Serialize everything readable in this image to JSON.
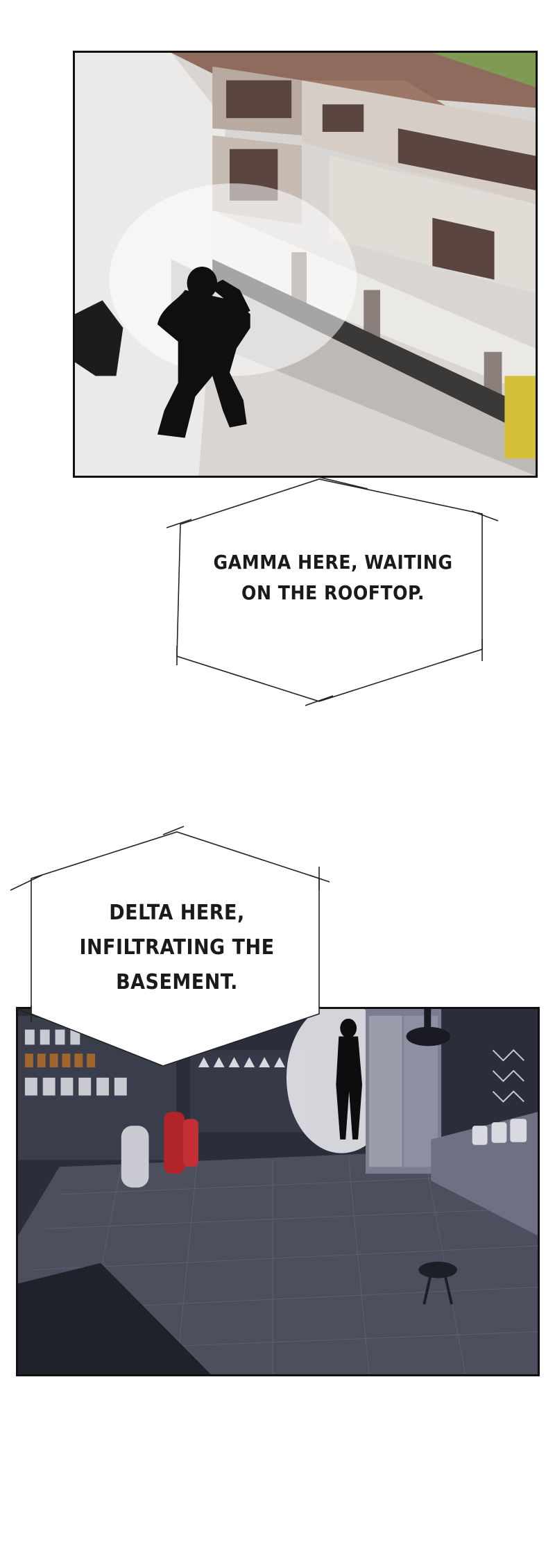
{
  "panels": [
    {
      "id": "rooftop",
      "description_icon": "rooftop-scene"
    },
    {
      "id": "basement",
      "description_icon": "basement-scene"
    }
  ],
  "dialogue": [
    {
      "speaker": "Gamma",
      "lines": [
        "GAMMA HERE, WAITING",
        "ON THE ROOFTOP."
      ]
    },
    {
      "speaker": "Delta",
      "lines": [
        "DELTA HERE,",
        "INFILTRATING THE",
        "BASEMENT."
      ]
    }
  ],
  "colors": {
    "roof_tile": "#8a6a5e",
    "wall_light": "#e8e6e2",
    "brick": "#9a6a52",
    "basement_dark": "#2b2e3a",
    "basement_floor": "#4a4d5c",
    "spotlight": "#f4f4f8"
  }
}
